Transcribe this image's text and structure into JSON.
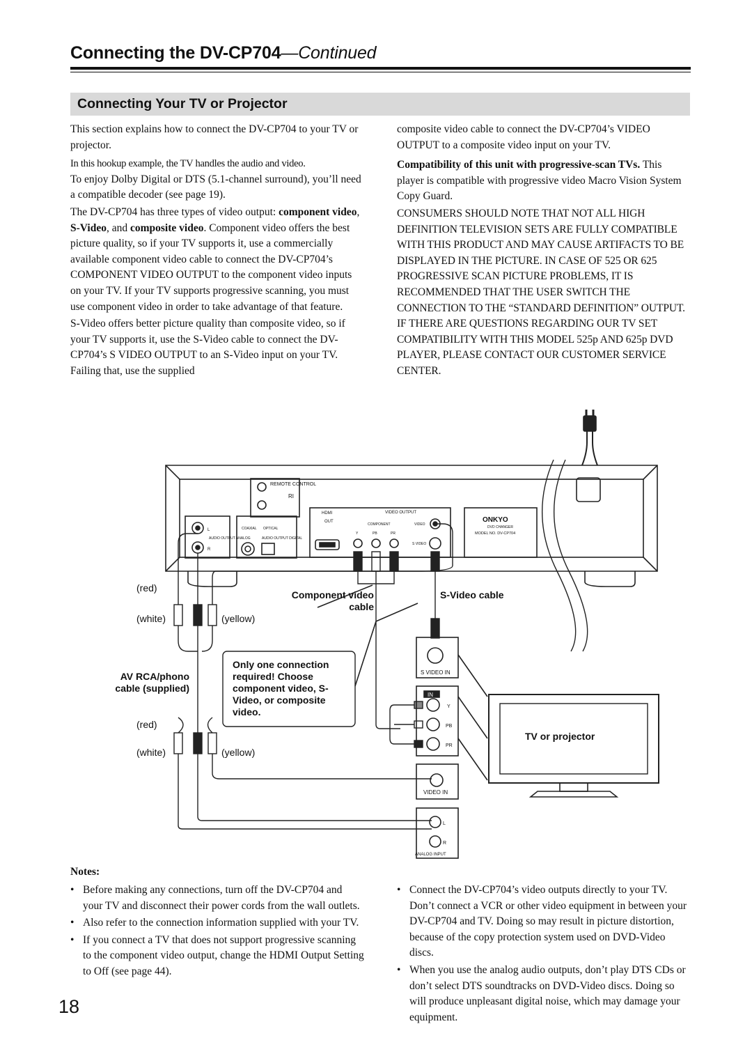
{
  "header": {
    "title_main": "Connecting the DV-CP704",
    "title_cont": "—Continued"
  },
  "section": {
    "title": "Connecting Your TV or Projector"
  },
  "left_column": {
    "p1": "This section explains how to connect the DV-CP704 to your TV or projector.",
    "p2": "In this hookup example, the TV handles the audio and video.",
    "p3": "To enjoy Dolby Digital or DTS (5.1-channel surround), you’ll need a compatible decoder (see page 19).",
    "p4_a": "The DV-CP704 has three types of video output: ",
    "p4_b": "component video",
    "p4_c": ", ",
    "p4_d": "S-Video",
    "p4_e": ", and ",
    "p4_f": "composite video",
    "p4_g": ". Component video offers the best picture quality, so if your TV supports it, use a commercially available component video cable to connect the DV-CP704’s COMPONENT VIDEO OUTPUT to the component video inputs on your TV. If your TV supports progressive scanning, you must use component video in order to take advantage of that feature.",
    "p5": "S-Video offers better picture quality than composite video, so if your TV supports it, use the S-Video cable to connect the DV-CP704’s S VIDEO OUTPUT to an S-Video input on your TV. Failing that, use the supplied"
  },
  "right_column": {
    "p1": "composite video cable to connect the DV-CP704’s VIDEO OUTPUT to a composite video input on your TV.",
    "p2_heading": "Compatibility of this unit with progressive-scan TVs.",
    "p2_body": "This player is compatible with progressive video Macro Vision System Copy Guard.",
    "p3": "CONSUMERS SHOULD NOTE THAT NOT ALL HIGH DEFINITION TELEVISION SETS ARE FULLY COMPATIBLE WITH THIS PRODUCT AND MAY CAUSE ARTIFACTS TO BE DISPLAYED IN THE PICTURE. IN CASE OF 525 OR 625 PROGRESSIVE SCAN PICTURE PROBLEMS, IT IS RECOMMENDED THAT THE USER SWITCH THE CONNECTION TO THE “STANDARD DEFINITION” OUTPUT. IF THERE ARE QUESTIONS REGARDING OUR TV SET COMPATIBILITY WITH THIS MODEL 525p AND 625p DVD PLAYER, PLEASE CONTACT OUR CUSTOMER SERVICE CENTER."
  },
  "diagram": {
    "remote_control": "REMOTE CONTROL",
    "ri": "RI",
    "hdmi": "HDMI",
    "out": "OUT",
    "video_output": "VIDEO OUTPUT",
    "component": "COMPONENT",
    "video": "VIDEO",
    "s_video": "S VIDEO",
    "y": "Y",
    "pb": "PB",
    "pr": "PR",
    "l": "L",
    "r": "R",
    "audio_output_analog": "AUDIO OUTPUT ANALOG",
    "coaxial": "COAXIAL",
    "optical": "OPTICAL",
    "audio_output_digital": "AUDIO OUTPUT DIGITAL",
    "brand": "ONKYO",
    "dvd_changer": "DVD CHANGER",
    "model_no": "MODEL NO. DV-CP704",
    "red_1": "(red)",
    "white_1": "(white)",
    "yellow_1": "(yellow)",
    "red_2": "(red)",
    "white_2": "(white)",
    "yellow_2": "(yellow)",
    "component_cable": "Component video cable",
    "svideo_cable": "S-Video cable",
    "av_cable": "AV RCA/phono cable (supplied)",
    "callout": "Only one connection required! Choose component video, S-Video, or composite video.",
    "s_video_in": "S VIDEO IN",
    "in": "IN",
    "video_in": "VIDEO IN",
    "analog_input": "ANALOG INPUT",
    "tv_label": "TV or projector"
  },
  "notes": {
    "title": "Notes:",
    "left": [
      "Before making any connections, turn off the DV-CP704 and your TV and disconnect their power cords from the wall outlets.",
      "Also refer to the connection information supplied with your TV.",
      "If you connect a TV that does not support progressive scanning to the component video output, change the HDMI Output Setting to Off (see page 44)."
    ],
    "right": [
      "Connect the DV-CP704’s video outputs directly to your TV. Don’t connect a VCR or other video equipment in between your DV-CP704 and TV. Doing so may result in picture distortion, because of the copy protection system used on DVD-Video discs.",
      "When you use the analog audio outputs, don’t play DTS CDs or don’t select DTS soundtracks on DVD-Video discs. Doing so will produce unpleasant digital noise, which may damage your equipment."
    ]
  },
  "page_number": "18"
}
